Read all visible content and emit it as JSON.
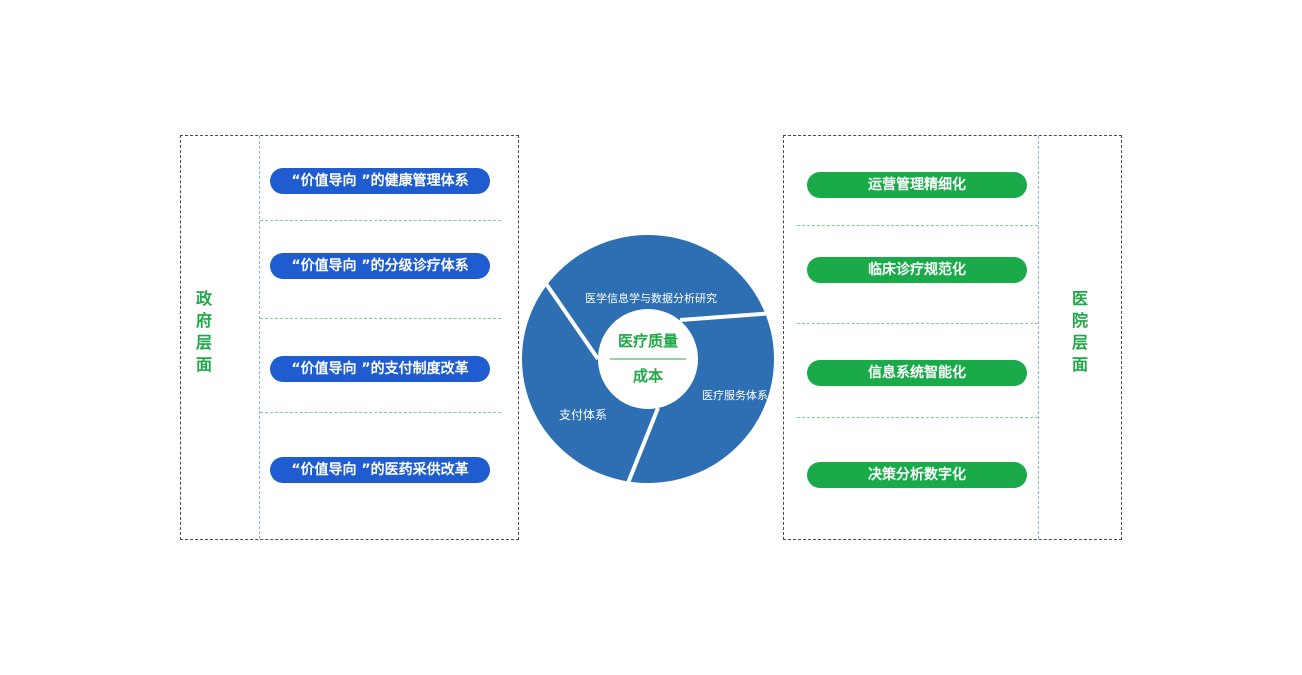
{
  "left": {
    "label": "政府层面",
    "items": [
      "“价值导向 ”的健康管理体系",
      "“价值导向 ”的分级诊疗体系",
      "“价值导向 ”的支付制度改革",
      "“价值导向 ”的医药采供改革"
    ]
  },
  "right": {
    "label": "医院层面",
    "items": [
      "运营管理精细化",
      "临床诊疗规范化",
      "信息系统智能化",
      "决策分析数字化"
    ]
  },
  "cycle": {
    "segments": [
      "医学信息学与数据分析研究",
      "医疗服务体系",
      "支付体系"
    ],
    "center_top": "医疗质量",
    "center_bottom": "成本"
  },
  "colors": {
    "blue_pill": "#1f5ccf",
    "green_pill": "#1aaa4a",
    "circle": "#2e6fb3",
    "label_green": "#1fa847"
  }
}
